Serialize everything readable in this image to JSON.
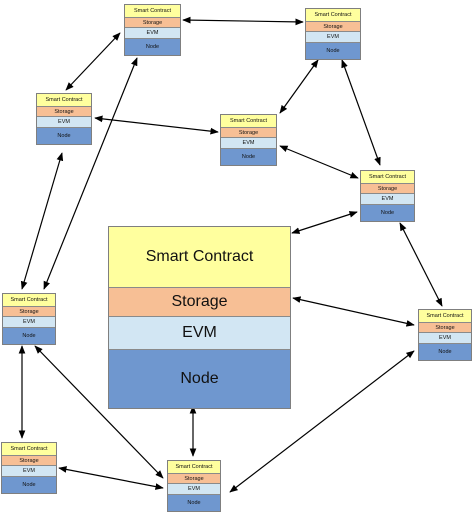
{
  "main_node": {
    "layers": [
      "Smart Contract",
      "Storage",
      "EVM",
      "Node"
    ]
  },
  "peer_nodes": [
    {
      "id": "top-center",
      "layers": [
        "Smart Contract",
        "Storage",
        "EVM",
        "Node"
      ]
    },
    {
      "id": "top-right",
      "layers": [
        "Smart Contract",
        "Storage",
        "EVM",
        "Node"
      ]
    },
    {
      "id": "left-upper",
      "layers": [
        "Smart Contract",
        "Storage",
        "EVM",
        "Node"
      ]
    },
    {
      "id": "center",
      "layers": [
        "Smart Contract",
        "Storage",
        "EVM",
        "Node"
      ]
    },
    {
      "id": "right-upper",
      "layers": [
        "Smart Contract",
        "Storage",
        "EVM",
        "Node"
      ]
    },
    {
      "id": "left-middle",
      "layers": [
        "Smart Contract",
        "Storage",
        "EVM",
        "Node"
      ]
    },
    {
      "id": "right-middle",
      "layers": [
        "Smart Contract",
        "Storage",
        "EVM",
        "Node"
      ]
    },
    {
      "id": "bottom-left",
      "layers": [
        "Smart Contract",
        "Storage",
        "EVM",
        "Node"
      ]
    },
    {
      "id": "bottom-center",
      "layers": [
        "Smart Contract",
        "Storage",
        "EVM",
        "Node"
      ]
    }
  ],
  "connections": [
    [
      "top-center",
      "top-right"
    ],
    [
      "top-center",
      "left-upper"
    ],
    [
      "top-center",
      "left-middle"
    ],
    [
      "top-right",
      "center"
    ],
    [
      "top-right",
      "right-upper"
    ],
    [
      "left-upper",
      "center"
    ],
    [
      "left-upper",
      "left-middle"
    ],
    [
      "center",
      "right-upper"
    ],
    [
      "right-upper",
      "main"
    ],
    [
      "right-upper",
      "right-middle"
    ],
    [
      "main",
      "right-middle"
    ],
    [
      "main",
      "bottom-center"
    ],
    [
      "left-middle",
      "bottom-left"
    ],
    [
      "left-middle",
      "bottom-center"
    ],
    [
      "bottom-left",
      "bottom-center"
    ],
    [
      "bottom-center",
      "right-middle"
    ]
  ],
  "colors": {
    "smart_contract": "#ffff9e",
    "storage": "#f7bf95",
    "evm": "#d2e6f3",
    "node": "#6f97cf",
    "arrow": "#000000"
  }
}
